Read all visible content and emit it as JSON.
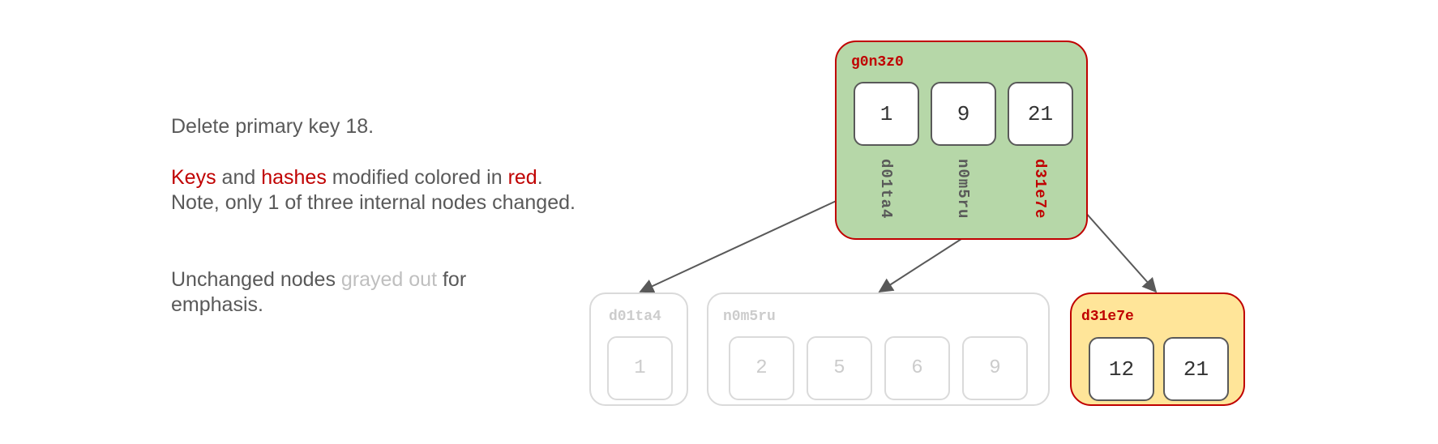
{
  "explanation": {
    "line1": "Delete primary key 18.",
    "p2_keys": "Keys",
    "p2_and": " and ",
    "p2_hashes": "hashes",
    "p2_modified": " modified colored in ",
    "p2_red": "red",
    "p2_dot": ".",
    "p2_note": "Note, only 1 of three internal nodes changed.",
    "p3_a": "Unchanged nodes ",
    "p3_grayed": "grayed out",
    "p3_b": " for emphasis."
  },
  "root": {
    "hash": "g0n3z0",
    "keys": [
      "1",
      "9",
      "21"
    ],
    "children": [
      "d01ta4",
      "n0m5ru",
      "d31e7e"
    ]
  },
  "leaves": [
    {
      "hash": "d01ta4",
      "keys": [
        "1"
      ],
      "status": "unchanged"
    },
    {
      "hash": "n0m5ru",
      "keys": [
        "2",
        "5",
        "6",
        "9"
      ],
      "status": "unchanged"
    },
    {
      "hash": "d31e7e",
      "keys": [
        "12",
        "21"
      ],
      "status": "modified"
    }
  ],
  "colors": {
    "modified": "#c00000",
    "unchanged": "#bfbfbf",
    "root_fill": "#b6d7a8",
    "modified_leaf_fill": "#ffe599",
    "text": "#595959"
  }
}
